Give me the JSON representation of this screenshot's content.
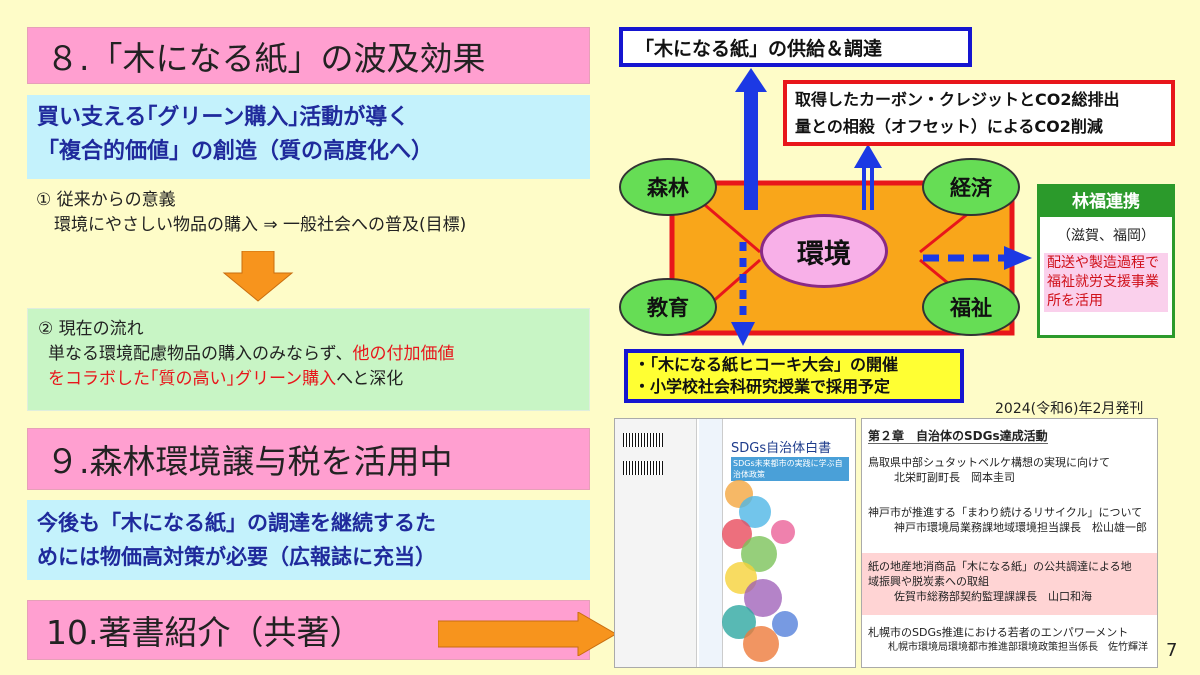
{
  "sec8": {
    "title": "８.「木になる紙」の波及効果"
  },
  "lead": {
    "line1": "買い支える｢グリーン購入｣活動が導く",
    "line2": "「複合的価値」の創造（質の高度化へ）"
  },
  "point1": {
    "title": "① 従来からの意義",
    "text": "環境にやさしい物品の購入 ⇒ 一般社会への普及(目標)"
  },
  "point2": {
    "title": "② 現在の流れ",
    "text_a": "単なる環境配慮物品の購入のみならず、",
    "text_b": "他の付加価値",
    "text_c": "をコラボした｢質の高い｣グリーン購入",
    "text_d": "へと深化"
  },
  "sec9": {
    "title": "９.森林環境譲与税を活用中"
  },
  "tax_note": {
    "line1": "今後も「木になる紙」の調達を継続するた",
    "line2": "めには物価高対策が必要（広報誌に充当）"
  },
  "sec10": {
    "title": "10.著書紹介（共著）"
  },
  "diagram": {
    "supply": "「木になる紙」の供給＆調達",
    "carbon_line1": "取得したカーボン・クレジットとCO2総排出",
    "carbon_line2": "量との相殺（オフセット）によるCO2削減",
    "center": "環境",
    "forest": "森林",
    "economy": "経済",
    "education": "教育",
    "welfare": "福祉",
    "events_line1": "・「木になる紙ヒコーキ大会」の開催",
    "events_line2": "・小学校社会科研究授業で採用予定",
    "rinpuku_title": "林福連携",
    "rinpuku_place": "（滋賀、福岡）",
    "rinpuku_text": "配送や製造過程で福祉就労支援事業所を活用"
  },
  "book": {
    "published": "2024(令和6)年2月発刊",
    "cover_title": "SDGs自治体白書2023-2024",
    "cover_subtitle": "SDGs未来都市の実践に学ぶ自治体政策",
    "chapter": "第２章　自治体のSDGs達成活動",
    "entries": [
      {
        "title": "鳥取県中部シュタットベルケ構想の実現に向けて",
        "author": "北栄町副町長　岡本圭司"
      },
      {
        "title": "神戸市が推進する「まわり続けるリサイクル」について",
        "author": "神戸市環境局業務課地域環境担当課長　松山雄一郎"
      },
      {
        "title": "紙の地産地消商品「木になる紙」の公共調達による地域振興や脱炭素への取組",
        "author": "佐賀市総務部契約監理課課長　山口和海"
      },
      {
        "title": "札幌市のSDGs推進における若者のエンパワーメント",
        "author": "札幌市環境局環境都市推進部環境政策担当係長　佐竹輝洋"
      }
    ]
  },
  "page_number": "7"
}
